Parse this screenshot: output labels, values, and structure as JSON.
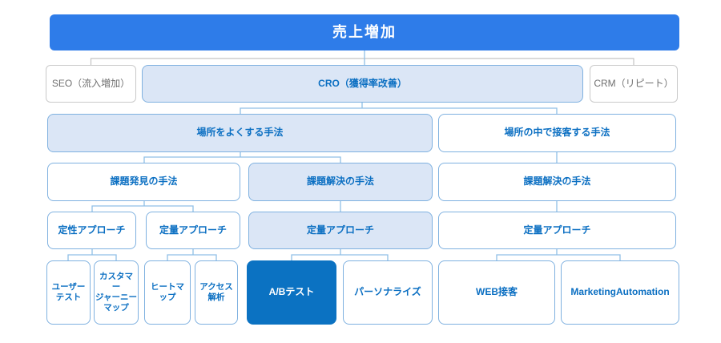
{
  "diagram": {
    "colors": {
      "primary_blue": "#2e7ce9",
      "dark_blue": "#0b72c2",
      "light_blue_fill": "#dbe6f6",
      "blue_border": "#7fb1e0",
      "blue_text": "#0b6fc2",
      "gray_border": "#c9c9c9",
      "gray_text": "#6f6f6f",
      "connector_blue": "#90bfe6",
      "connector_gray": "#c4c4c4"
    },
    "nodes": [
      {
        "id": "root",
        "label": "売上増加",
        "emphasis": "primary"
      },
      {
        "id": "seo",
        "label": "SEO（流入増加）",
        "emphasis": "muted"
      },
      {
        "id": "cro",
        "label": "CRO（獲得率改善）",
        "emphasis": "highlight"
      },
      {
        "id": "crm",
        "label": "CRM（リピート）",
        "emphasis": "muted"
      },
      {
        "id": "improve-place",
        "label": "場所をよくする手法",
        "emphasis": "highlight"
      },
      {
        "id": "serve-in-place",
        "label": "場所の中で接客する手法",
        "emphasis": "outline"
      },
      {
        "id": "find-issues",
        "label": "課題発見の手法",
        "emphasis": "outline"
      },
      {
        "id": "solve-issues-center",
        "label": "課題解決の手法",
        "emphasis": "highlight"
      },
      {
        "id": "solve-issues-right",
        "label": "課題解決の手法",
        "emphasis": "outline"
      },
      {
        "id": "qualitative-approach",
        "label": "定性アプローチ",
        "emphasis": "outline"
      },
      {
        "id": "quantitative-approach-left",
        "label": "定量アプローチ",
        "emphasis": "outline"
      },
      {
        "id": "quantitative-approach-center",
        "label": "定量アプローチ",
        "emphasis": "highlight"
      },
      {
        "id": "quantitative-approach-right",
        "label": "定量アプローチ",
        "emphasis": "outline"
      },
      {
        "id": "user-test",
        "label": "ユーザー\nテスト",
        "emphasis": "outline"
      },
      {
        "id": "customer-journey-map",
        "label": "カスタマー\nジャーニー\nマップ",
        "emphasis": "outline"
      },
      {
        "id": "heat-map",
        "label": "ヒートマ\nップ",
        "emphasis": "outline"
      },
      {
        "id": "access-analysis",
        "label": "アクセス\n解析",
        "emphasis": "outline"
      },
      {
        "id": "ab-test",
        "label": "A/Bテスト",
        "emphasis": "dark"
      },
      {
        "id": "personalize",
        "label": "パーソナライズ",
        "emphasis": "outline"
      },
      {
        "id": "web-customer-service",
        "label": "WEB接客",
        "emphasis": "outline"
      },
      {
        "id": "marketing-automation",
        "label": "MarketingAutomation",
        "emphasis": "outline"
      }
    ]
  }
}
